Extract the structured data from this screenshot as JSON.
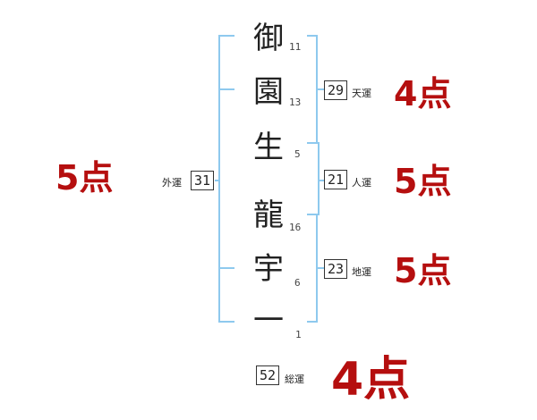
{
  "name_chars": [
    {
      "char": "御",
      "strokes": "11"
    },
    {
      "char": "園",
      "strokes": "13"
    },
    {
      "char": "生",
      "strokes": "5"
    },
    {
      "char": "龍",
      "strokes": "16"
    },
    {
      "char": "宇",
      "strokes": "6"
    },
    {
      "char": "一",
      "strokes": "1"
    }
  ],
  "fortunes": {
    "tenun": {
      "value": "29",
      "label": "天運",
      "score": "4点"
    },
    "jinun": {
      "value": "21",
      "label": "人運",
      "score": "5点"
    },
    "chiun": {
      "value": "23",
      "label": "地運",
      "score": "5点"
    },
    "gaiun": {
      "value": "31",
      "label": "外運",
      "score": "5点"
    },
    "souun": {
      "value": "52",
      "label": "総運",
      "score": "4点"
    }
  },
  "colors": {
    "bracket": "#8ec9ee",
    "score": "#b50f0f"
  }
}
